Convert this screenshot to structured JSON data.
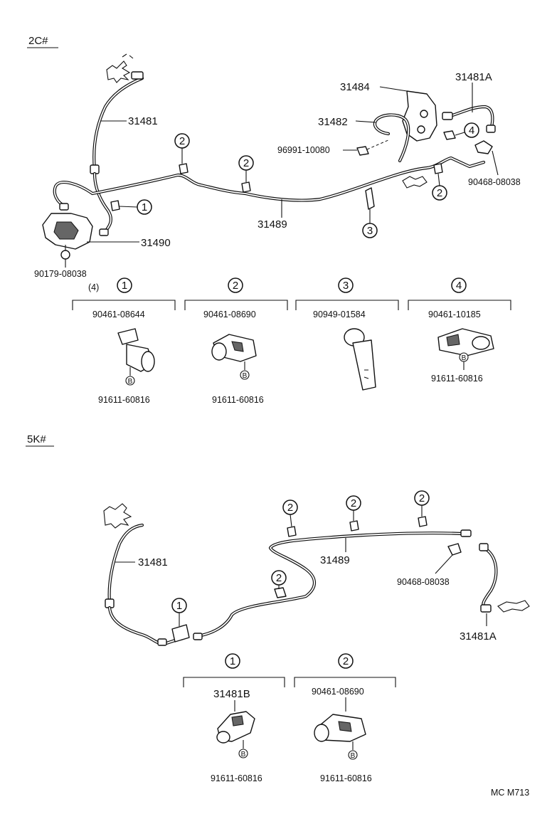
{
  "diagram": {
    "sections": [
      {
        "title": "2C#",
        "parts": {
          "hose_front": "31481",
          "hose_rear": "31481A",
          "tube_main": "31489",
          "valve": "31490",
          "tube_rear": "31482",
          "bracket_rear": "31484",
          "nut_valve": "90179-08038",
          "nut_qty": "(4)",
          "clip_rear": "96991-10080",
          "clip_hose": "90468-08038"
        },
        "clamps": [
          {
            "ref": "1",
            "part": "90461-08644",
            "bolt": "91611-60816"
          },
          {
            "ref": "2",
            "part": "90461-08690",
            "bolt": "91611-60816"
          },
          {
            "ref": "3",
            "part": "90949-01584",
            "bolt": ""
          },
          {
            "ref": "4",
            "part": "90461-10185",
            "bolt": "91611-60816"
          }
        ]
      },
      {
        "title": "5K#",
        "parts": {
          "hose_front": "31481",
          "hose_rear": "31481A",
          "tube_main": "31489",
          "clip_hose": "90468-08038"
        },
        "clamps": [
          {
            "ref": "1",
            "part": "31481B",
            "bolt": "91611-60816"
          },
          {
            "ref": "2",
            "part": "90461-08690",
            "bolt": "91611-60816"
          }
        ]
      }
    ],
    "bolt_mark": "B",
    "footer": "MC  M713"
  }
}
